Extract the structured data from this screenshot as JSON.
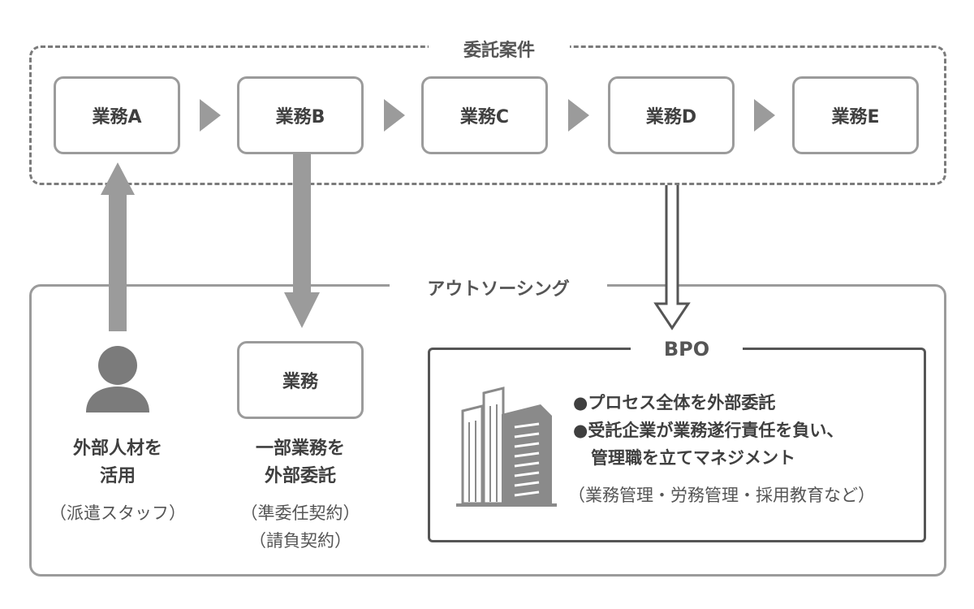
{
  "delegation_group": {
    "title": "委託案件",
    "tasks": [
      "業務A",
      "業務B",
      "業務C",
      "業務D",
      "業務E"
    ]
  },
  "outsourcing_group": {
    "title": "アウトソーシング",
    "staffing": {
      "label_line1": "外部人材を",
      "label_line2": "活用",
      "note": "（派遣スタッフ）"
    },
    "partial": {
      "task_label": "業務",
      "label_line1": "一部業務を",
      "label_line2": "外部委託",
      "note_line1": "（準委任契約）",
      "note_line2": "（請負契約）"
    },
    "bpo": {
      "title": "BPO",
      "bullet1": "●プロセス全体を外部委託",
      "bullet2_line1": "●受託企業が業務遂行責任を負い、",
      "bullet2_line2": "管理職を立てマネジメント",
      "note": "（業務管理・労務管理・採用教育など）"
    }
  },
  "colors": {
    "arrow_gray": "#9b9b9b",
    "border_gray": "#9b9b9b",
    "dark_border": "#555555",
    "text": "#3f3f3f"
  }
}
